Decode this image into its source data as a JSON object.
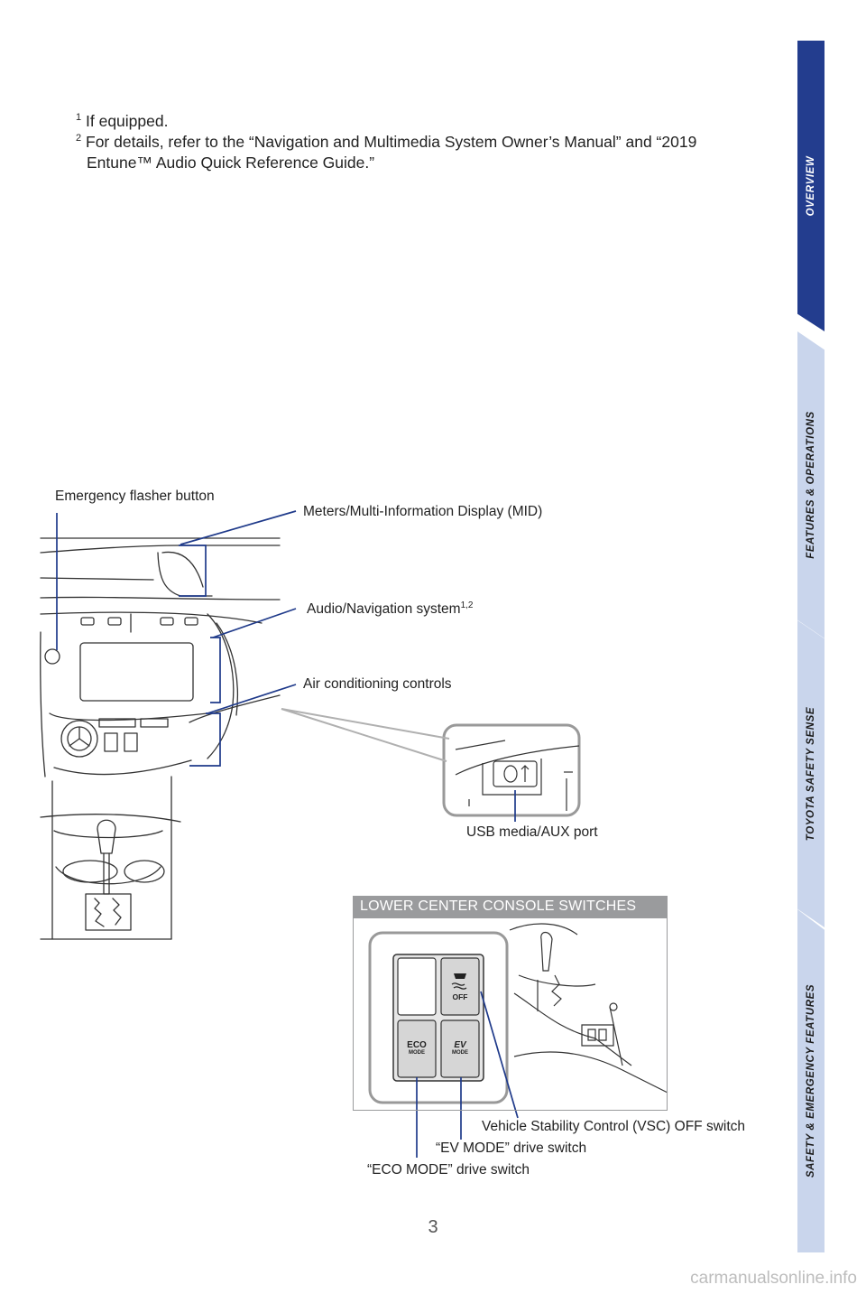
{
  "footnotes": [
    {
      "mark": "1",
      "text": "If equipped.",
      "cont": ""
    },
    {
      "mark": "2",
      "text": "For details, refer to the “Navigation and Multimedia System Owner’s Manual” and “2019",
      "cont": "Entune™ Audio Quick Reference Guide.”"
    }
  ],
  "labels": {
    "emergency_flasher": "Emergency flasher button",
    "meters": "Meters/Multi-Information Display (MID)",
    "audio_nav": "Audio/Navigation system",
    "audio_nav_sup": "1,2",
    "air_conditioning": "Air conditioning controls",
    "usb": "USB media/AUX port",
    "vsc_off": "Vehicle Stability Control (VSC) OFF switch",
    "ev_mode": "“EV MODE” drive switch",
    "eco_mode": "“ECO MODE” drive switch"
  },
  "console_header": "LOWER CENTER CONSOLE SWITCHES",
  "switch_text": {
    "off": "OFF",
    "eco": "ECO",
    "ev": "EV",
    "mode": "MODE"
  },
  "side_tabs": [
    {
      "label": "OVERVIEW",
      "active": true
    },
    {
      "label": "FEATURES & OPERATIONS",
      "active": false
    },
    {
      "label": "TOYOTA SAFETY SENSE",
      "active": false
    },
    {
      "label": "SAFETY & EMERGENCY FEATURES",
      "active": false
    }
  ],
  "colors": {
    "tab_active": "#233d8e",
    "tab_inactive": "#c9d5ec",
    "callout_line": "#1f3a8a",
    "header_gray": "#9a9b9d"
  },
  "page_number": "3",
  "watermark": "carmanualsonline.info"
}
